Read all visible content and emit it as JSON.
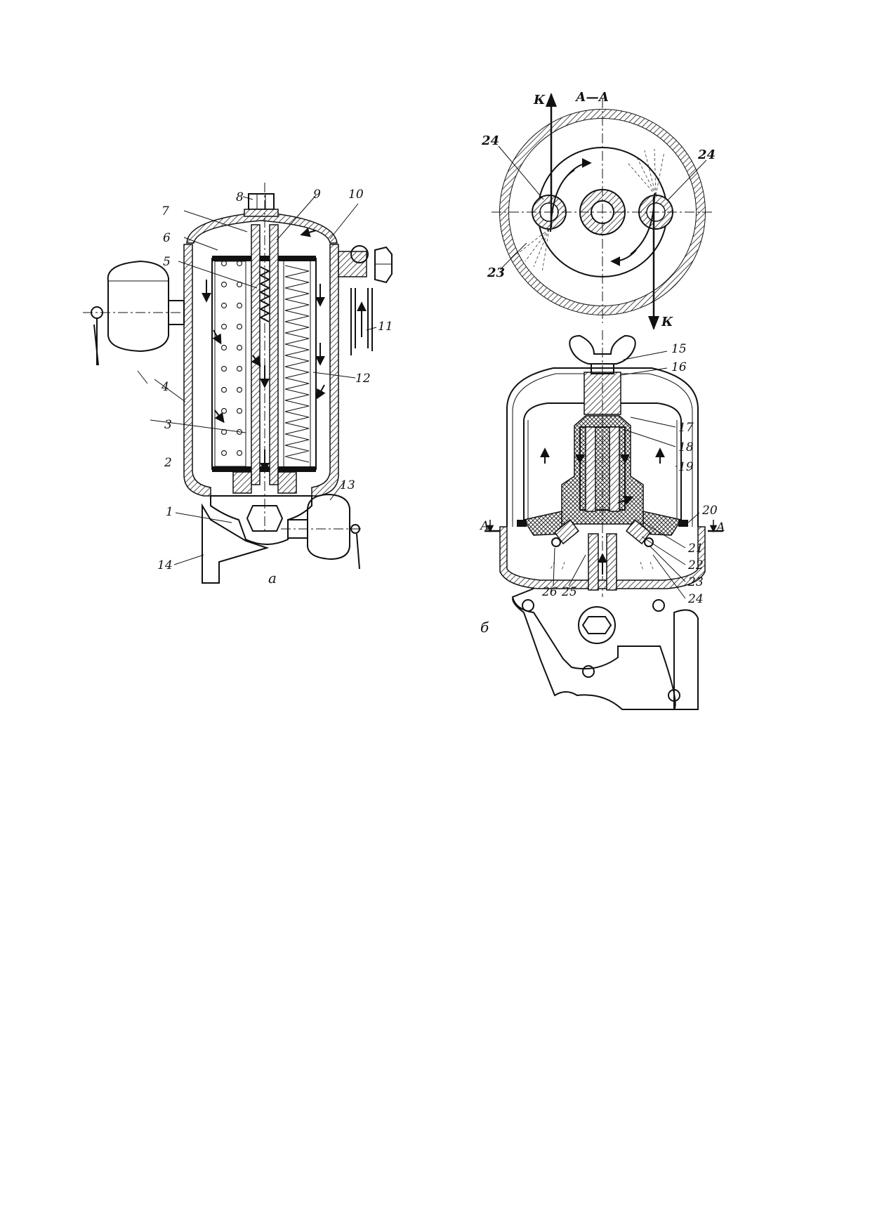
{
  "figure_a": {
    "caption": "а",
    "labels": [
      "1",
      "2",
      "3",
      "4",
      "5",
      "6",
      "7",
      "8",
      "9",
      "10",
      "11",
      "12",
      "13",
      "14"
    ]
  },
  "figure_b": {
    "caption": "б",
    "section_title": "А—А",
    "section_marker": "А",
    "force_label": "К",
    "section_labels": [
      "24",
      "24",
      "23"
    ],
    "labels": [
      "15",
      "16",
      "17",
      "18",
      "19",
      "20",
      "21",
      "22",
      "23",
      "24",
      "25",
      "26"
    ]
  }
}
